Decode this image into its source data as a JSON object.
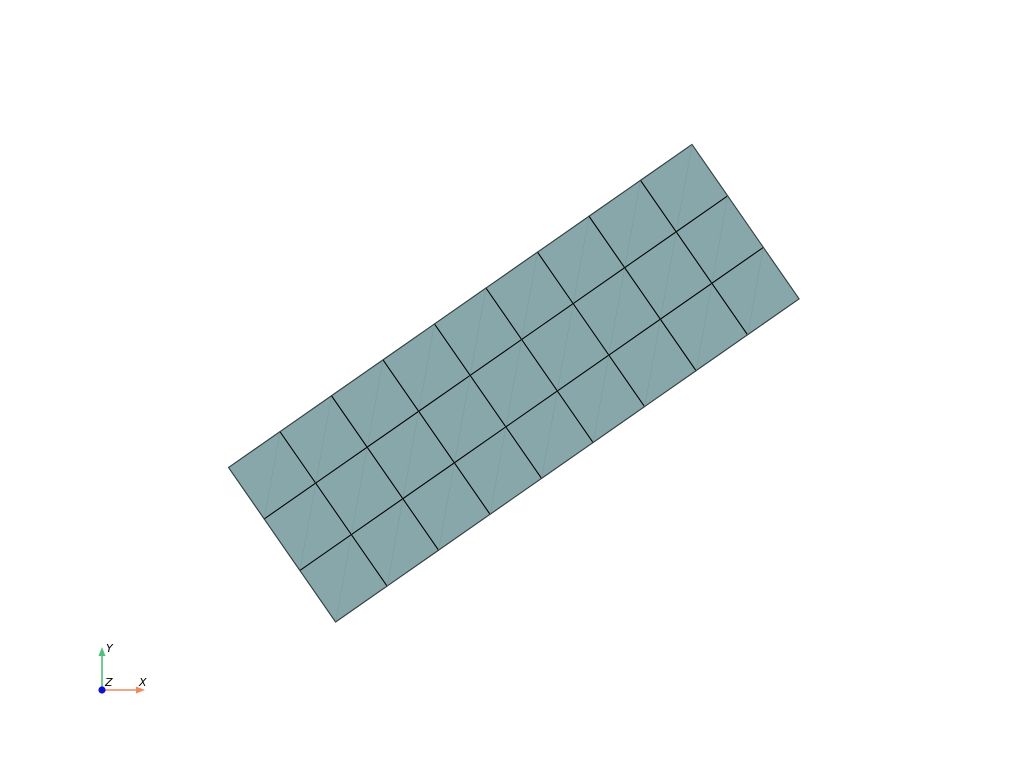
{
  "scene": {
    "background_color": "#ffffff",
    "mesh": {
      "rows": 3,
      "cols": 9,
      "face_color": "#87a7aa",
      "edge_color": "#000000",
      "diagonal_color": "#7f9ea0",
      "cell_triangulation": "two-triangles-per-quad"
    },
    "orientation_axes": {
      "x": {
        "label": "X",
        "color": "#f08a5d"
      },
      "y": {
        "label": "Y",
        "color": "#4fbf7f"
      },
      "z": {
        "label": "Z",
        "color": "#1010d0"
      }
    }
  }
}
